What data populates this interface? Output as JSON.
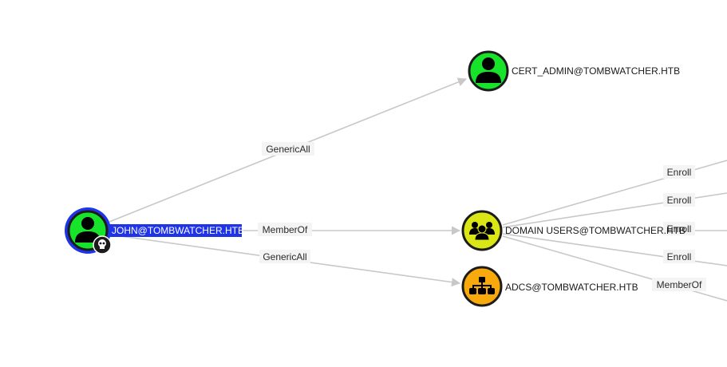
{
  "graph": {
    "colors": {
      "user_node": "#17e32a",
      "group_node": "#dbe617",
      "ou_node": "#f8a90c",
      "node_border": "#1c1c1c",
      "selected_ring": "#1f34e8",
      "selected_label_bg": "#1f34e8",
      "edge": "#c8c8c8",
      "edge_label_bg": "#f4f4f4"
    },
    "nodes": [
      {
        "id": "john",
        "label": "JOHN@TOMBWATCHER.HTB",
        "type": "user",
        "icon": "user-icon",
        "selected": true,
        "badge": "skull-icon"
      },
      {
        "id": "cert_admin",
        "label": "CERT_ADMIN@TOMBWATCHER.HTB",
        "type": "user",
        "icon": "user-icon",
        "selected": false
      },
      {
        "id": "domain_users",
        "label": "DOMAIN USERS@TOMBWATCHER.HTB",
        "type": "group",
        "icon": "group-icon",
        "selected": false
      },
      {
        "id": "adcs",
        "label": "ADCS@TOMBWATCHER.HTB",
        "type": "ou",
        "icon": "org-chart-icon",
        "selected": false
      }
    ],
    "edges": [
      {
        "from": "john",
        "to": "cert_admin",
        "label": "GenericAll"
      },
      {
        "from": "john",
        "to": "domain_users",
        "label": "MemberOf"
      },
      {
        "from": "john",
        "to": "adcs",
        "label": "GenericAll"
      },
      {
        "from": "domain_users",
        "to": "offscreen-1",
        "label": "Enroll"
      },
      {
        "from": "domain_users",
        "to": "offscreen-2",
        "label": "Enroll"
      },
      {
        "from": "domain_users",
        "to": "offscreen-3",
        "label": "Enroll"
      },
      {
        "from": "domain_users",
        "to": "offscreen-4",
        "label": "Enroll"
      },
      {
        "from": "domain_users",
        "to": "offscreen-5",
        "label": "MemberOf"
      }
    ]
  }
}
